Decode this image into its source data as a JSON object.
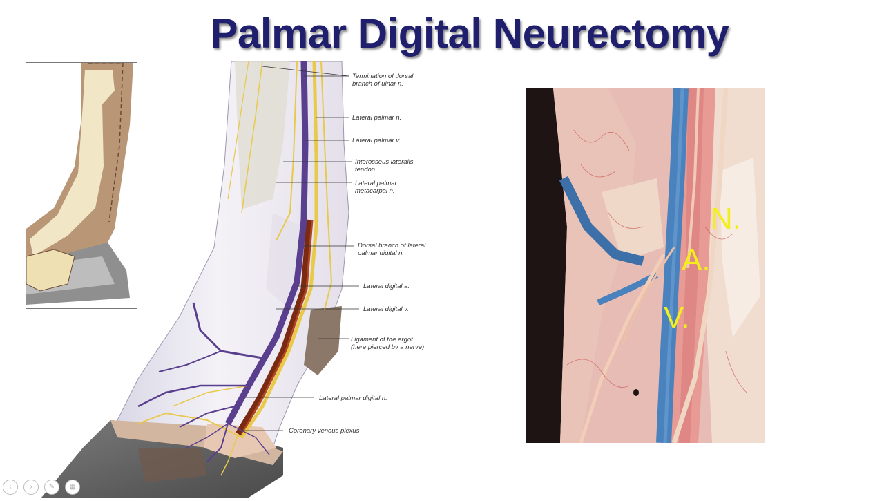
{
  "slide": {
    "title": "Palmar Digital Neurectomy"
  },
  "illustration": {
    "labels": [
      {
        "key": "termination",
        "text": "Termination of dorsal\nbranch of ulnar n."
      },
      {
        "key": "lat_palmar_n",
        "text": "Lateral palmar n."
      },
      {
        "key": "lat_palmar_v",
        "text": "Lateral palmar v."
      },
      {
        "key": "interosseus",
        "text": "Interosseus lateralis\ntendon"
      },
      {
        "key": "metacarpal_n",
        "text": "Lateral palmar\nmetacarpal n."
      },
      {
        "key": "dorsal_branch",
        "text": "Dorsal branch of lateral\npalmar digital n."
      },
      {
        "key": "digital_a",
        "text": "Lateral digital a."
      },
      {
        "key": "digital_v",
        "text": "Lateral digital v."
      },
      {
        "key": "ergot",
        "text": "Ligament of the ergot\n(here pierced by a nerve)"
      },
      {
        "key": "palmar_digital_n",
        "text": "Lateral palmar digital n."
      },
      {
        "key": "coronary",
        "text": "Coronary venous plexus"
      }
    ]
  },
  "photo": {
    "labels": {
      "nerve": "N.",
      "artery": "A.",
      "vein": "V."
    }
  },
  "colors": {
    "title": "#1f1f6e",
    "vein": "#5a3f8f",
    "nerve": "#e8c94a",
    "artery": "#7a2a12",
    "photo_label": "#f3ef1c"
  },
  "nav": {
    "prev": "‹",
    "next": "›",
    "edit": "✎",
    "menu": "▦"
  }
}
